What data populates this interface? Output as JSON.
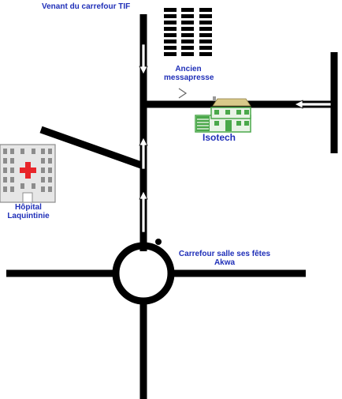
{
  "labels": {
    "from_tif": "Venant du carrefour TIF",
    "messapresse_line1": "Ancien",
    "messapresse_line2": "messapresse",
    "isotech": "Isotech",
    "hospital_line1": "Hôpital",
    "hospital_line2": "Laquintinie",
    "roundabout_line1": "Carrefour salle ses fêtes",
    "roundabout_line2": "Akwa"
  },
  "icons": {
    "office_building": "office-building-icon",
    "isotech_building": "isotech-building-icon",
    "hospital": "hospital-icon"
  },
  "colors": {
    "road": "#000000",
    "label": "#1f2fb8",
    "hospital_cross": "#e8252a",
    "building_green": "#4aa84a",
    "roof": "#d9c98a"
  }
}
